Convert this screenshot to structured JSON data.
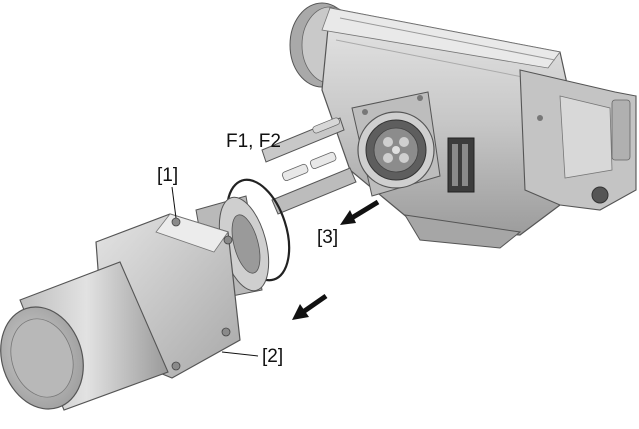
{
  "labels": {
    "fuses": "F1, F2",
    "item_1": "[1]",
    "item_2": "[2]",
    "item_3": "[3]"
  },
  "colors": {
    "housing_light": "#d9d9d9",
    "housing_mid": "#b4b4b4",
    "housing_dark": "#8a8a8a",
    "outline": "#444444",
    "arrow": "#111111"
  }
}
